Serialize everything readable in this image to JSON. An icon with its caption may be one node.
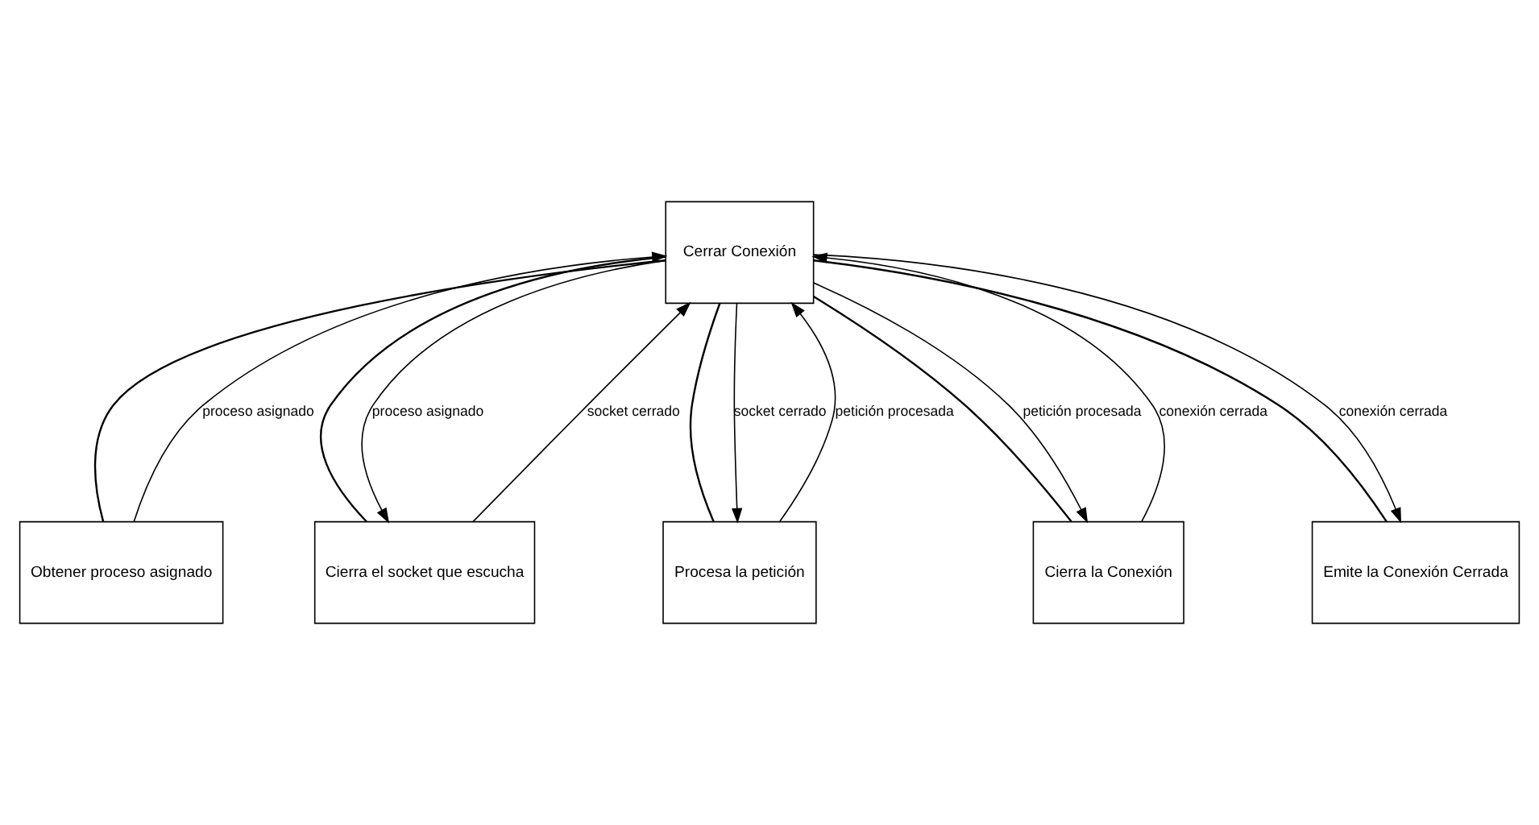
{
  "diagram": {
    "nodes": [
      {
        "text": [
          "Cerrar Conexión"
        ]
      },
      {
        "text": [
          "Obtener proceso asignado"
        ]
      },
      {
        "text": [
          "Cierra el socket que escucha"
        ]
      },
      {
        "text": [
          "Procesa la petición"
        ]
      },
      {
        "text": [
          "Cierra la Conexión"
        ]
      },
      {
        "text": [
          "Emite la Conexión Cerrada"
        ]
      }
    ],
    "edges": [
      {
        "from": 0,
        "to": 1,
        "arrow": "none"
      },
      {
        "from": 0,
        "to": 2,
        "arrow": "none"
      },
      {
        "from": 0,
        "to": 3,
        "arrow": "none"
      },
      {
        "from": 0,
        "to": 4,
        "arrow": "none"
      },
      {
        "from": 0,
        "to": 5,
        "arrow": "none"
      },
      {
        "from": 1,
        "to": 0,
        "arrow": "to",
        "label": "proceso asignado"
      },
      {
        "from": 0,
        "to": 2,
        "arrow": "to",
        "label": "proceso asignado"
      },
      {
        "from": 2,
        "to": 0,
        "arrow": "to",
        "label": "socket cerrado"
      },
      {
        "from": 0,
        "to": 3,
        "arrow": "to",
        "label": "socket cerrado"
      },
      {
        "from": 3,
        "to": 0,
        "arrow": "to",
        "label": "petición procesada"
      },
      {
        "from": 0,
        "to": 4,
        "arrow": "to",
        "label": "petición procesada"
      },
      {
        "from": 4,
        "to": 0,
        "arrow": "to",
        "label": "conexión cerrada"
      },
      {
        "from": 0,
        "to": 5,
        "arrow": "to",
        "label": "conexión cerrada"
      }
    ]
  }
}
